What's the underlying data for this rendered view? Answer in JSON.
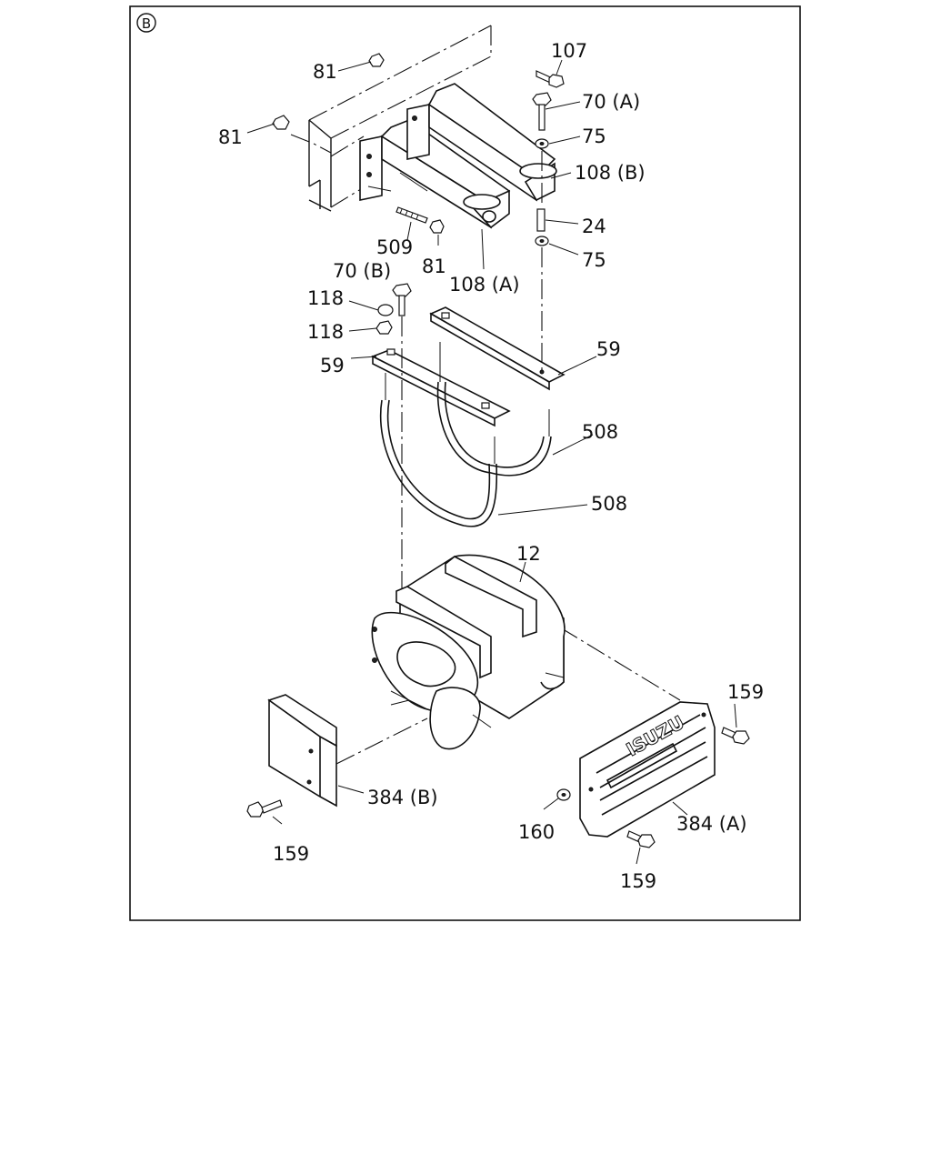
{
  "section_marker": "B",
  "logo_text": "ISUZU",
  "callouts": {
    "c107": "107",
    "c81a": "81",
    "c70a": "70 (A)",
    "c81b": "81",
    "c75a": "75",
    "c108b": "108 (B)",
    "c24": "24",
    "c509": "509",
    "c81c": "81",
    "c75b": "75",
    "c70b": "70 (B)",
    "c108a": "108 (A)",
    "c118a": "118",
    "c118b": "118",
    "c59a": "59",
    "c59b": "59",
    "c508a": "508",
    "c508b": "508",
    "c12": "12",
    "c159a": "159",
    "c384b": "384 (B)",
    "c159b": "159",
    "c160": "160",
    "c384a": "384 (A)",
    "c159c": "159"
  }
}
